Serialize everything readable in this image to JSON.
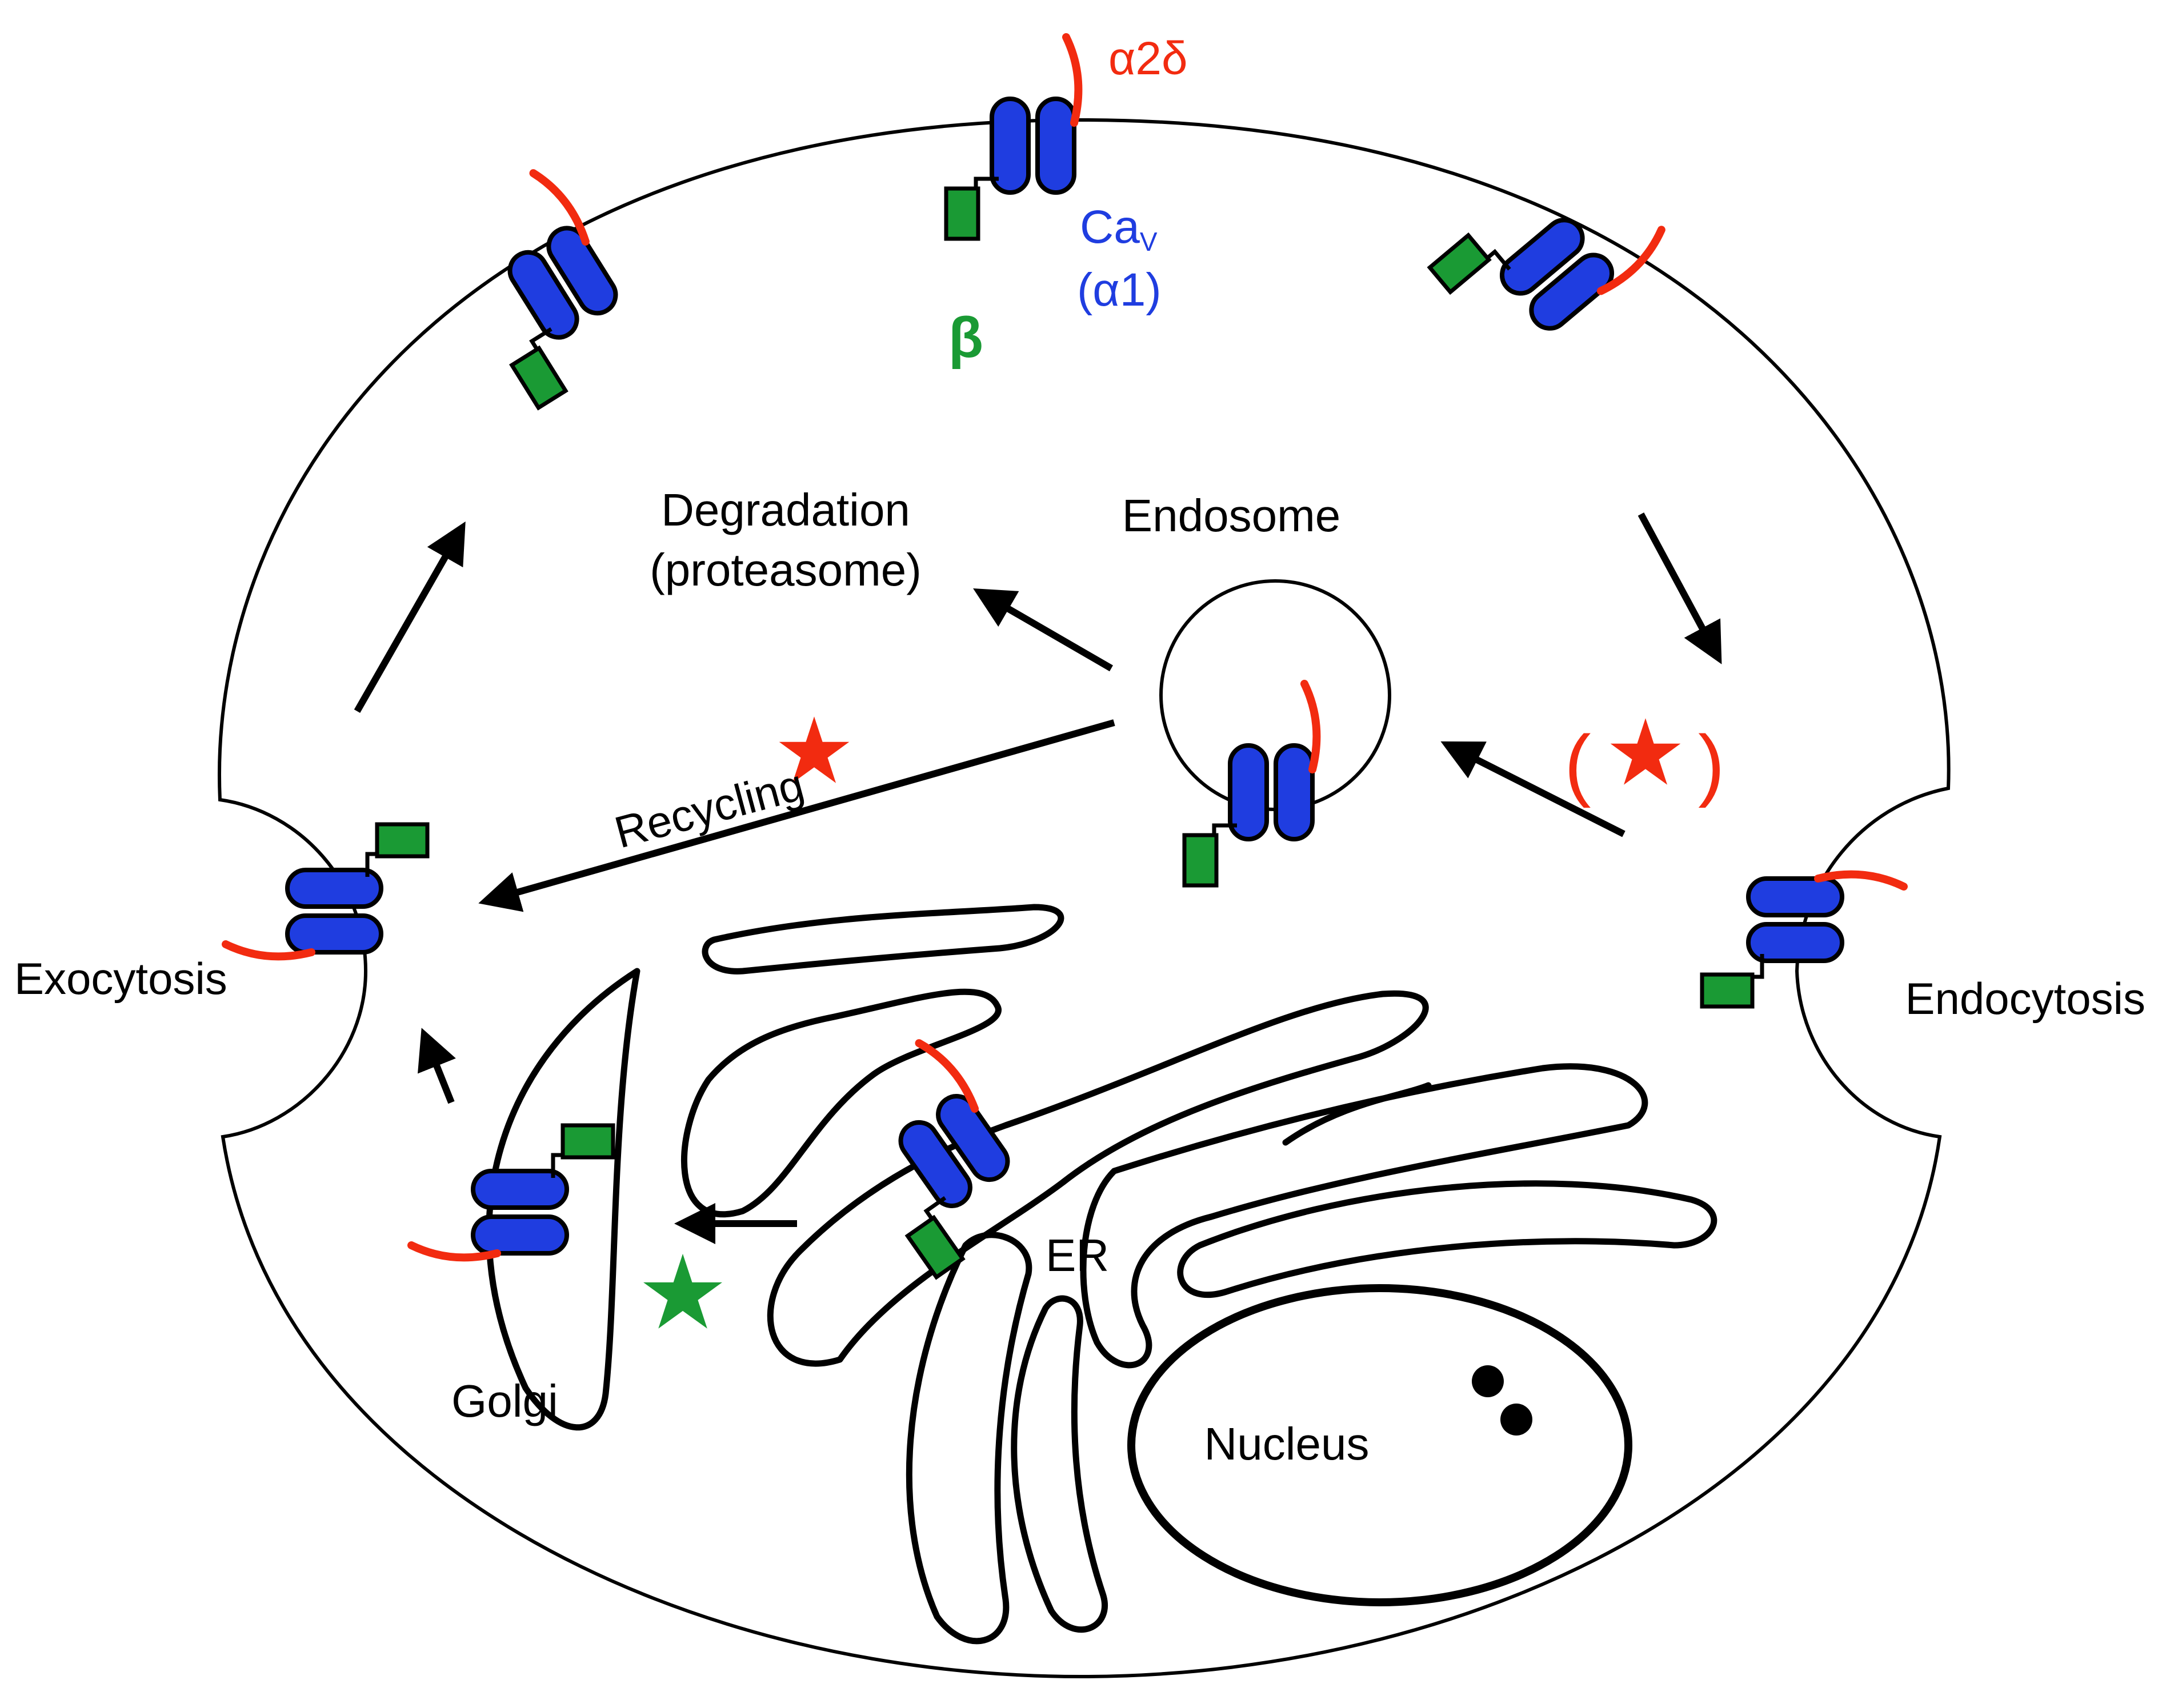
{
  "colors": {
    "alpha1": "#1f3de0",
    "beta": "#1a9a34",
    "alpha2delta": "#f22b10",
    "outline": "#000000",
    "background": "#ffffff",
    "star_red": "#f22b10",
    "star_green": "#1a9a34"
  },
  "labels": {
    "alpha2delta": "α2δ",
    "cav_main": "Ca",
    "cav_sub": "V",
    "alpha1": "(α1)",
    "beta": "β",
    "degradation": "Degradation",
    "proteasome": "(proteasome)",
    "endosome": "Endosome",
    "recycling": "Recycling",
    "exocytosis": "Exocytosis",
    "endocytosis": "Endocytosis",
    "golgi": "Golgi",
    "er": "ER",
    "nucleus": "Nucleus",
    "paren_open": "(",
    "paren_close": ")"
  },
  "icons": {
    "recycling_star": "star-icon",
    "endocytosis_star": "star-icon",
    "trafficking_star": "star-icon"
  }
}
